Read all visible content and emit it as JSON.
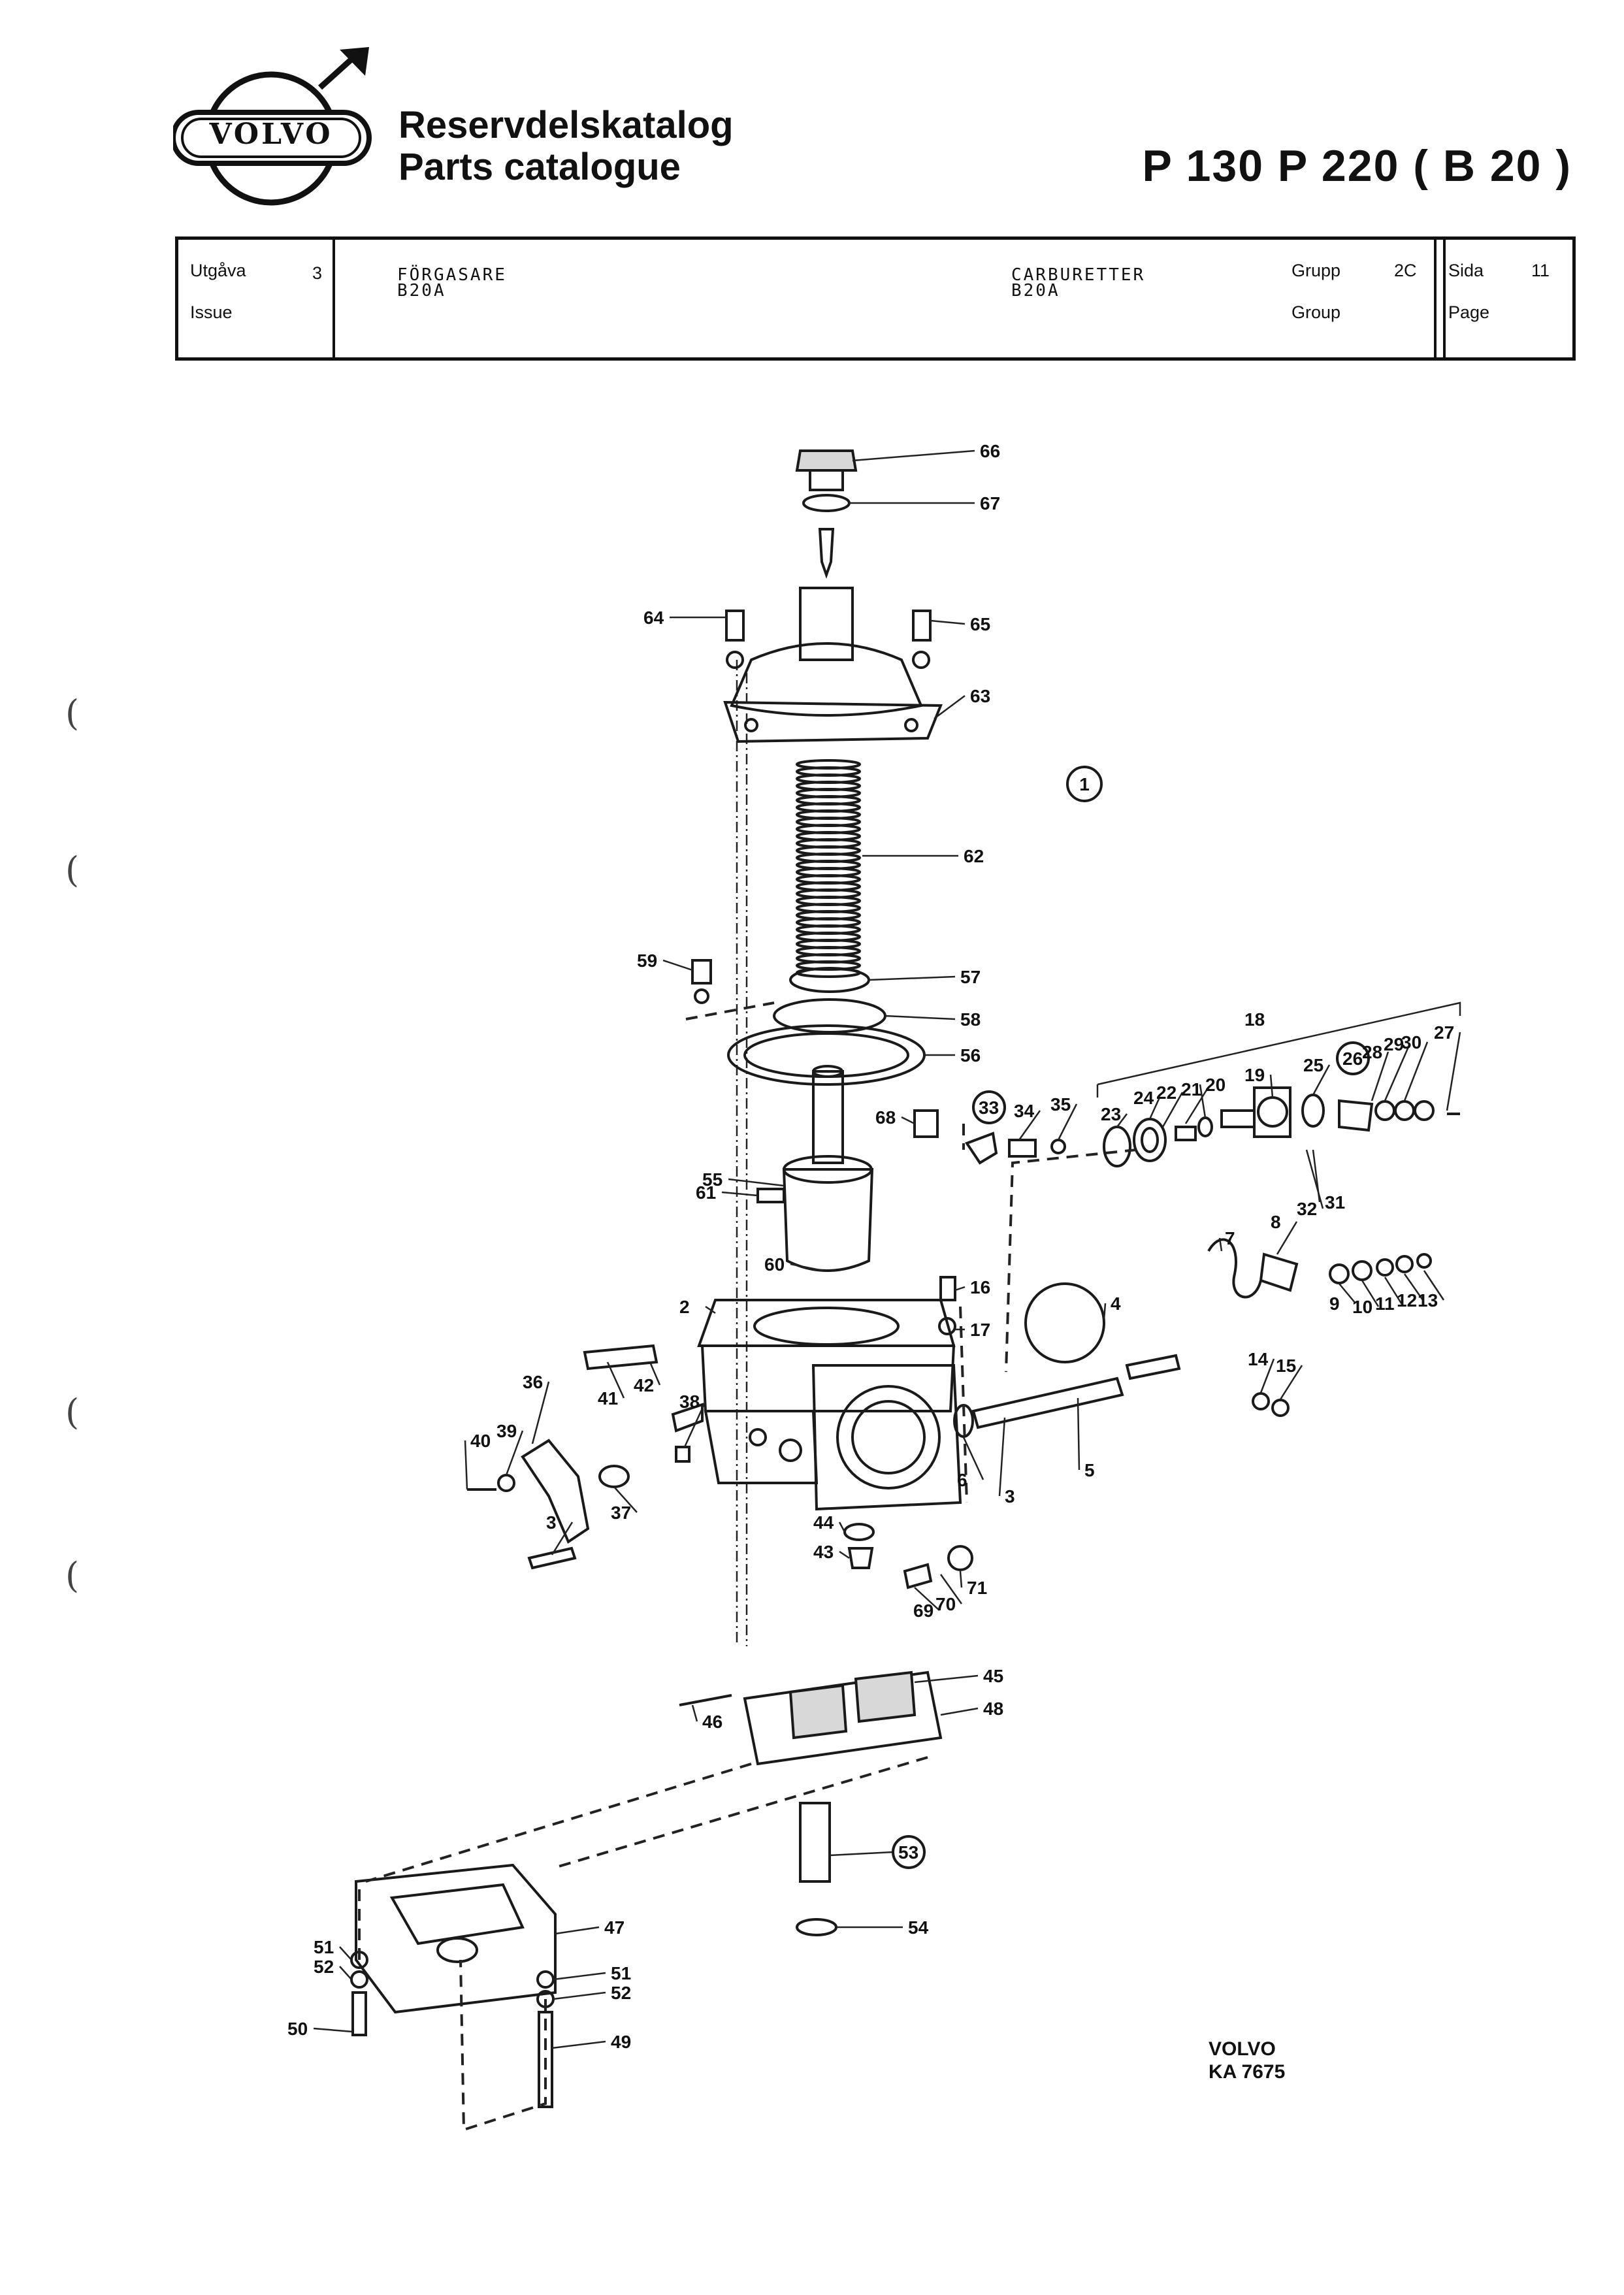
{
  "header": {
    "brand": "VOLVO",
    "title_sv": "Reservdelskatalog",
    "title_en": "Parts catalogue",
    "models": "P 130   P 220 ( B 20 )"
  },
  "info": {
    "issue_label_sv": "Utgåva",
    "issue_label_en": "Issue",
    "issue_value": "3",
    "desc_sv_1": "FÖRGASARE",
    "desc_sv_2": "B20A",
    "desc_en_1": "CARBURETTER",
    "desc_en_2": "B20A",
    "group_label_sv": "Grupp",
    "group_label_en": "Group",
    "group_value": "2C",
    "page_label_sv": "Sida",
    "page_label_en": "Page",
    "page_value": "11"
  },
  "drawing": {
    "figure_number": "1",
    "callouts": [
      "66",
      "67",
      "64",
      "65",
      "63",
      "62",
      "59",
      "57",
      "58",
      "56",
      "18",
      "27",
      "26",
      "30",
      "29",
      "28",
      "25",
      "19",
      "20",
      "21",
      "22",
      "24",
      "23",
      "33",
      "34",
      "35",
      "68",
      "55",
      "61",
      "60",
      "32",
      "31",
      "16",
      "17",
      "2",
      "7",
      "8",
      "4",
      "9",
      "10",
      "11",
      "12",
      "13",
      "36",
      "42",
      "41",
      "38",
      "39",
      "40",
      "37",
      "3",
      "14",
      "15",
      "6",
      "5",
      "3b",
      "44",
      "43",
      "69",
      "70",
      "71",
      "45",
      "46",
      "48",
      "53",
      "54",
      "47",
      "51",
      "52",
      "50",
      "51b",
      "52b",
      "49"
    ]
  },
  "footer": {
    "brand": "VOLVO",
    "code": "KA  7675"
  }
}
